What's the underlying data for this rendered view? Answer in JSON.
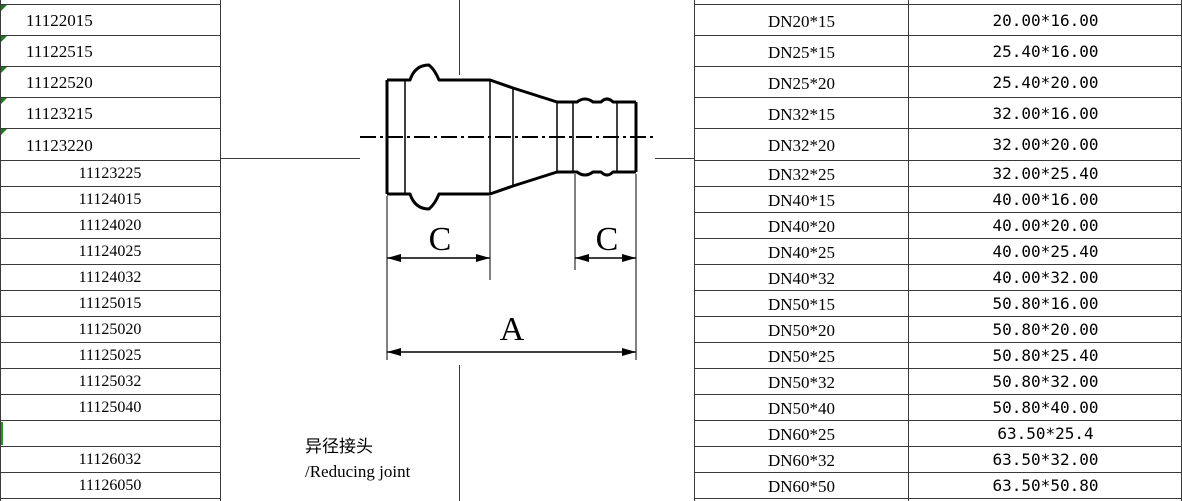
{
  "codes": [
    "11122015",
    "11122515",
    "11122520",
    "11123215",
    "11123220",
    "11123225",
    "11124015",
    "11124020",
    "11124025",
    "11124032",
    "11125015",
    "11125020",
    "11125025",
    "11125032",
    "11125040",
    "",
    "11126032",
    "11126050"
  ],
  "dn": [
    "DN20*15",
    "DN25*15",
    "DN25*20",
    "DN32*15",
    "DN32*20",
    "DN32*25",
    "DN40*15",
    "DN40*20",
    "DN40*25",
    "DN40*32",
    "DN50*15",
    "DN50*20",
    "DN50*25",
    "DN50*32",
    "DN50*40",
    "DN60*25",
    "DN60*32",
    "DN60*50"
  ],
  "sizes": [
    "20.00*16.00",
    "25.40*16.00",
    "25.40*20.00",
    "32.00*16.00",
    "32.00*20.00",
    "32.00*25.40",
    "40.00*16.00",
    "40.00*20.00",
    "40.00*25.40",
    "40.00*32.00",
    "50.80*16.00",
    "50.80*20.00",
    "50.80*25.40",
    "50.80*32.00",
    "50.80*40.00",
    "63.50*25.4",
    "63.50*32.00",
    "63.50*50.80"
  ],
  "diagram": {
    "label_c_left": "C",
    "label_c_right": "C",
    "label_a": "A"
  },
  "caption": {
    "zh": "异径接头",
    "en": "/Reducing joint"
  },
  "colors": {
    "grid": "#3a3a3a",
    "comment_mark": "#1f7a1f"
  }
}
